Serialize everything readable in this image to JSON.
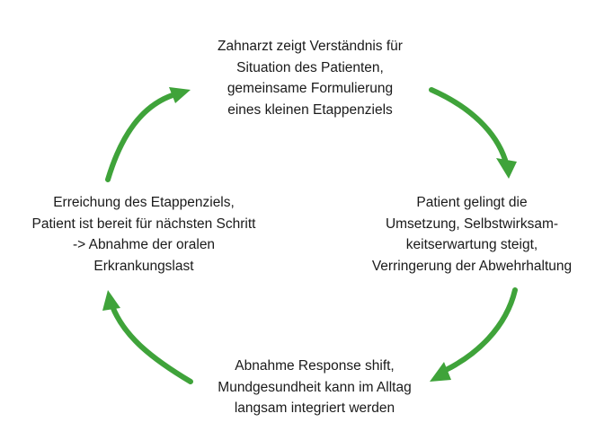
{
  "diagram": {
    "arrow_color": "#3fa33a",
    "text_color": "#1a1a1a",
    "nodes": [
      {
        "id": "top",
        "lines": [
          "Zahnarzt zeigt Verständnis für",
          "Situation des Patienten,",
          "gemeinsame Formulierung",
          "eines kleinen Etappenziels"
        ]
      },
      {
        "id": "right",
        "lines": [
          "Patient gelingt die",
          "Umsetzung, Selbstwirksam-",
          "keitserwartung steigt,",
          "Verringerung der Abwehrhaltung"
        ]
      },
      {
        "id": "bottom",
        "lines": [
          "Abnahme Response shift,",
          "Mundgesundheit kann im Alltag",
          "langsam integriert werden"
        ]
      },
      {
        "id": "left",
        "lines": [
          "Erreichung des Etappenziels,",
          "Patient ist bereit für nächsten Schritt",
          "-> Abnahme der oralen",
          "Erkrankungslast"
        ]
      }
    ]
  }
}
